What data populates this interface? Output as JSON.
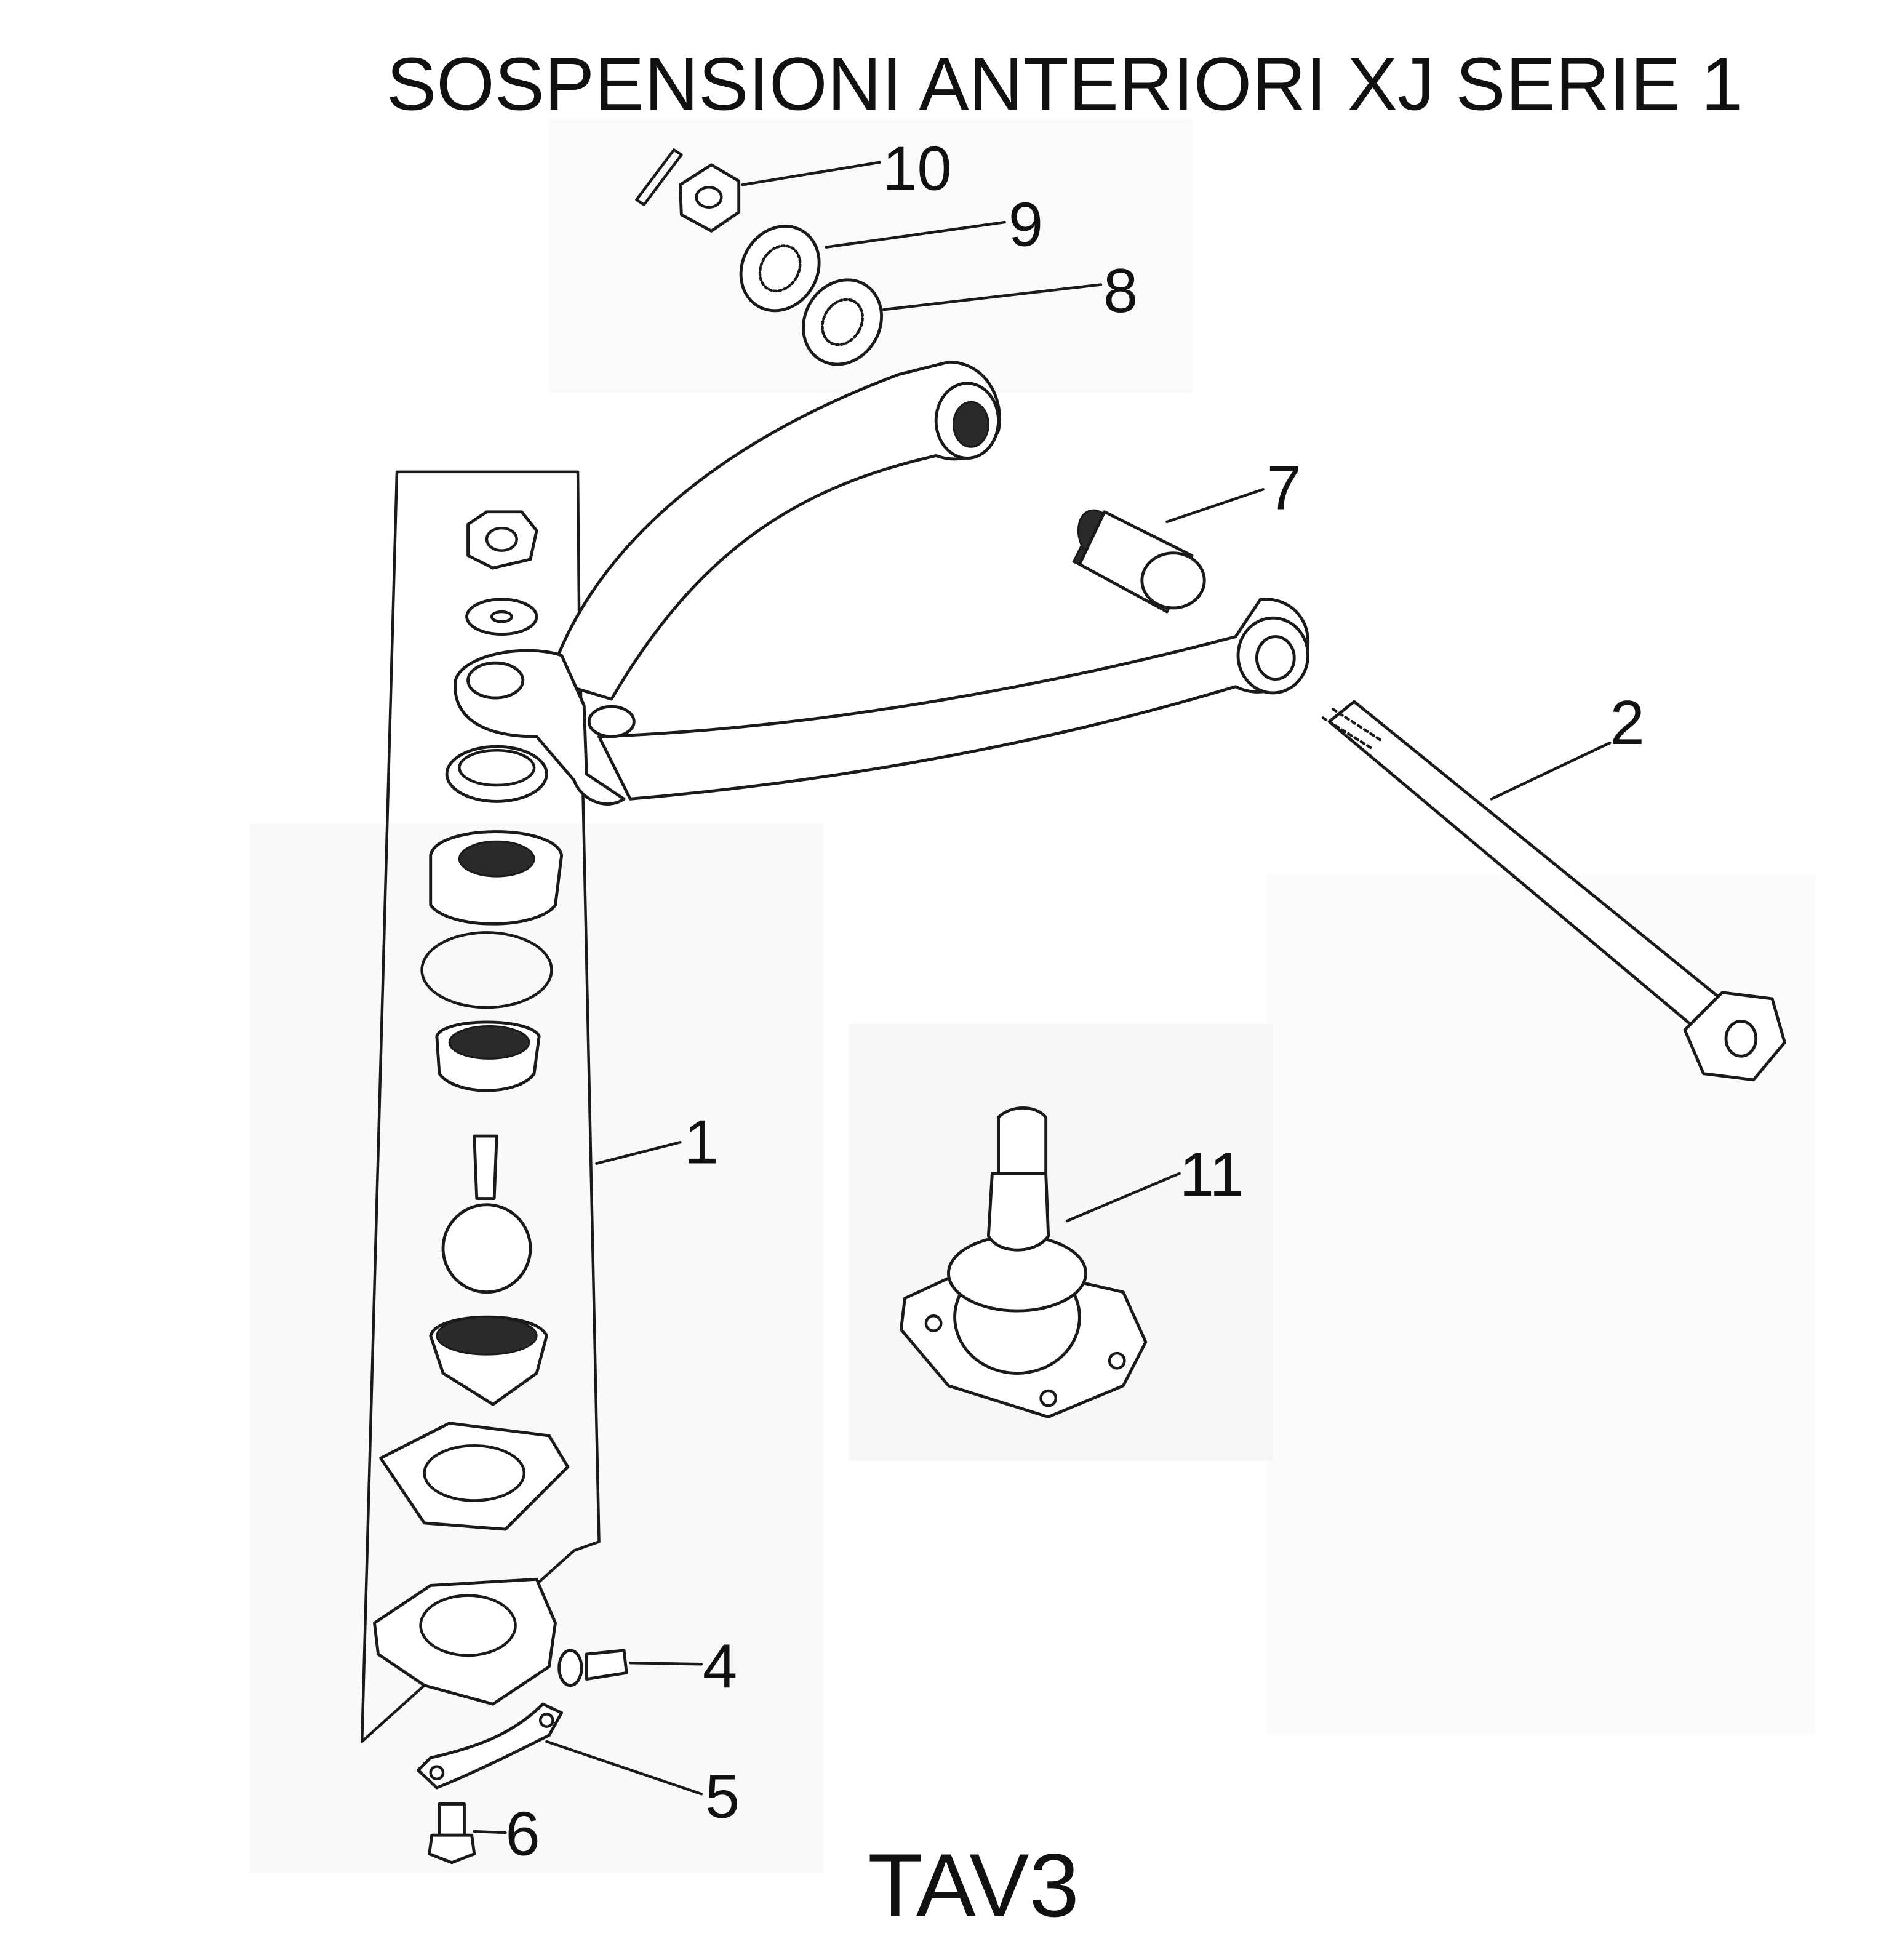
{
  "title": "SOSPENSIONI ANTERIORI XJ SERIE 1",
  "plate_code": "TAV3",
  "callouts": [
    {
      "id": "1",
      "label": "1"
    },
    {
      "id": "2",
      "label": "2"
    },
    {
      "id": "4",
      "label": "4"
    },
    {
      "id": "5",
      "label": "5"
    },
    {
      "id": "6",
      "label": "6"
    },
    {
      "id": "7",
      "label": "7"
    },
    {
      "id": "8",
      "label": "8"
    },
    {
      "id": "9",
      "label": "9"
    },
    {
      "id": "10",
      "label": "10"
    },
    {
      "id": "11",
      "label": "11"
    }
  ]
}
